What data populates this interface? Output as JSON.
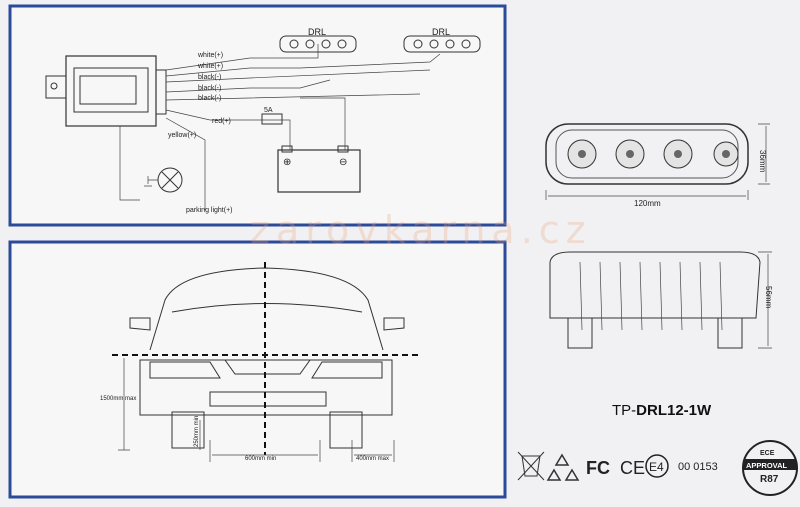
{
  "wiring": {
    "drl_left": "DRL",
    "drl_right": "DRL",
    "wires": [
      "white(+)",
      "white(+)",
      "black(-)",
      "black(-)",
      "black(-)"
    ],
    "fuse": "5A",
    "red": "red(+)",
    "yellow": "yellow(+)",
    "parking": "parking light(+)"
  },
  "dims": {
    "width": "120mm",
    "height": "36mm",
    "depth": "56mm"
  },
  "car": {
    "height_max": "1500mm max",
    "height_min": "250mm min",
    "spacing_min": "600mm min",
    "edge_max": "400mm max"
  },
  "watermark": "zarovkarna.cz",
  "model": {
    "prefix": "TP-",
    "name": "DRL12-1W"
  },
  "certs": {
    "e_mark": "E4",
    "approval_no": "00 0153",
    "ece": "ECE",
    "approval": "APPROVAL",
    "reg": "R87",
    "fc": "FC",
    "ce": "CE"
  }
}
